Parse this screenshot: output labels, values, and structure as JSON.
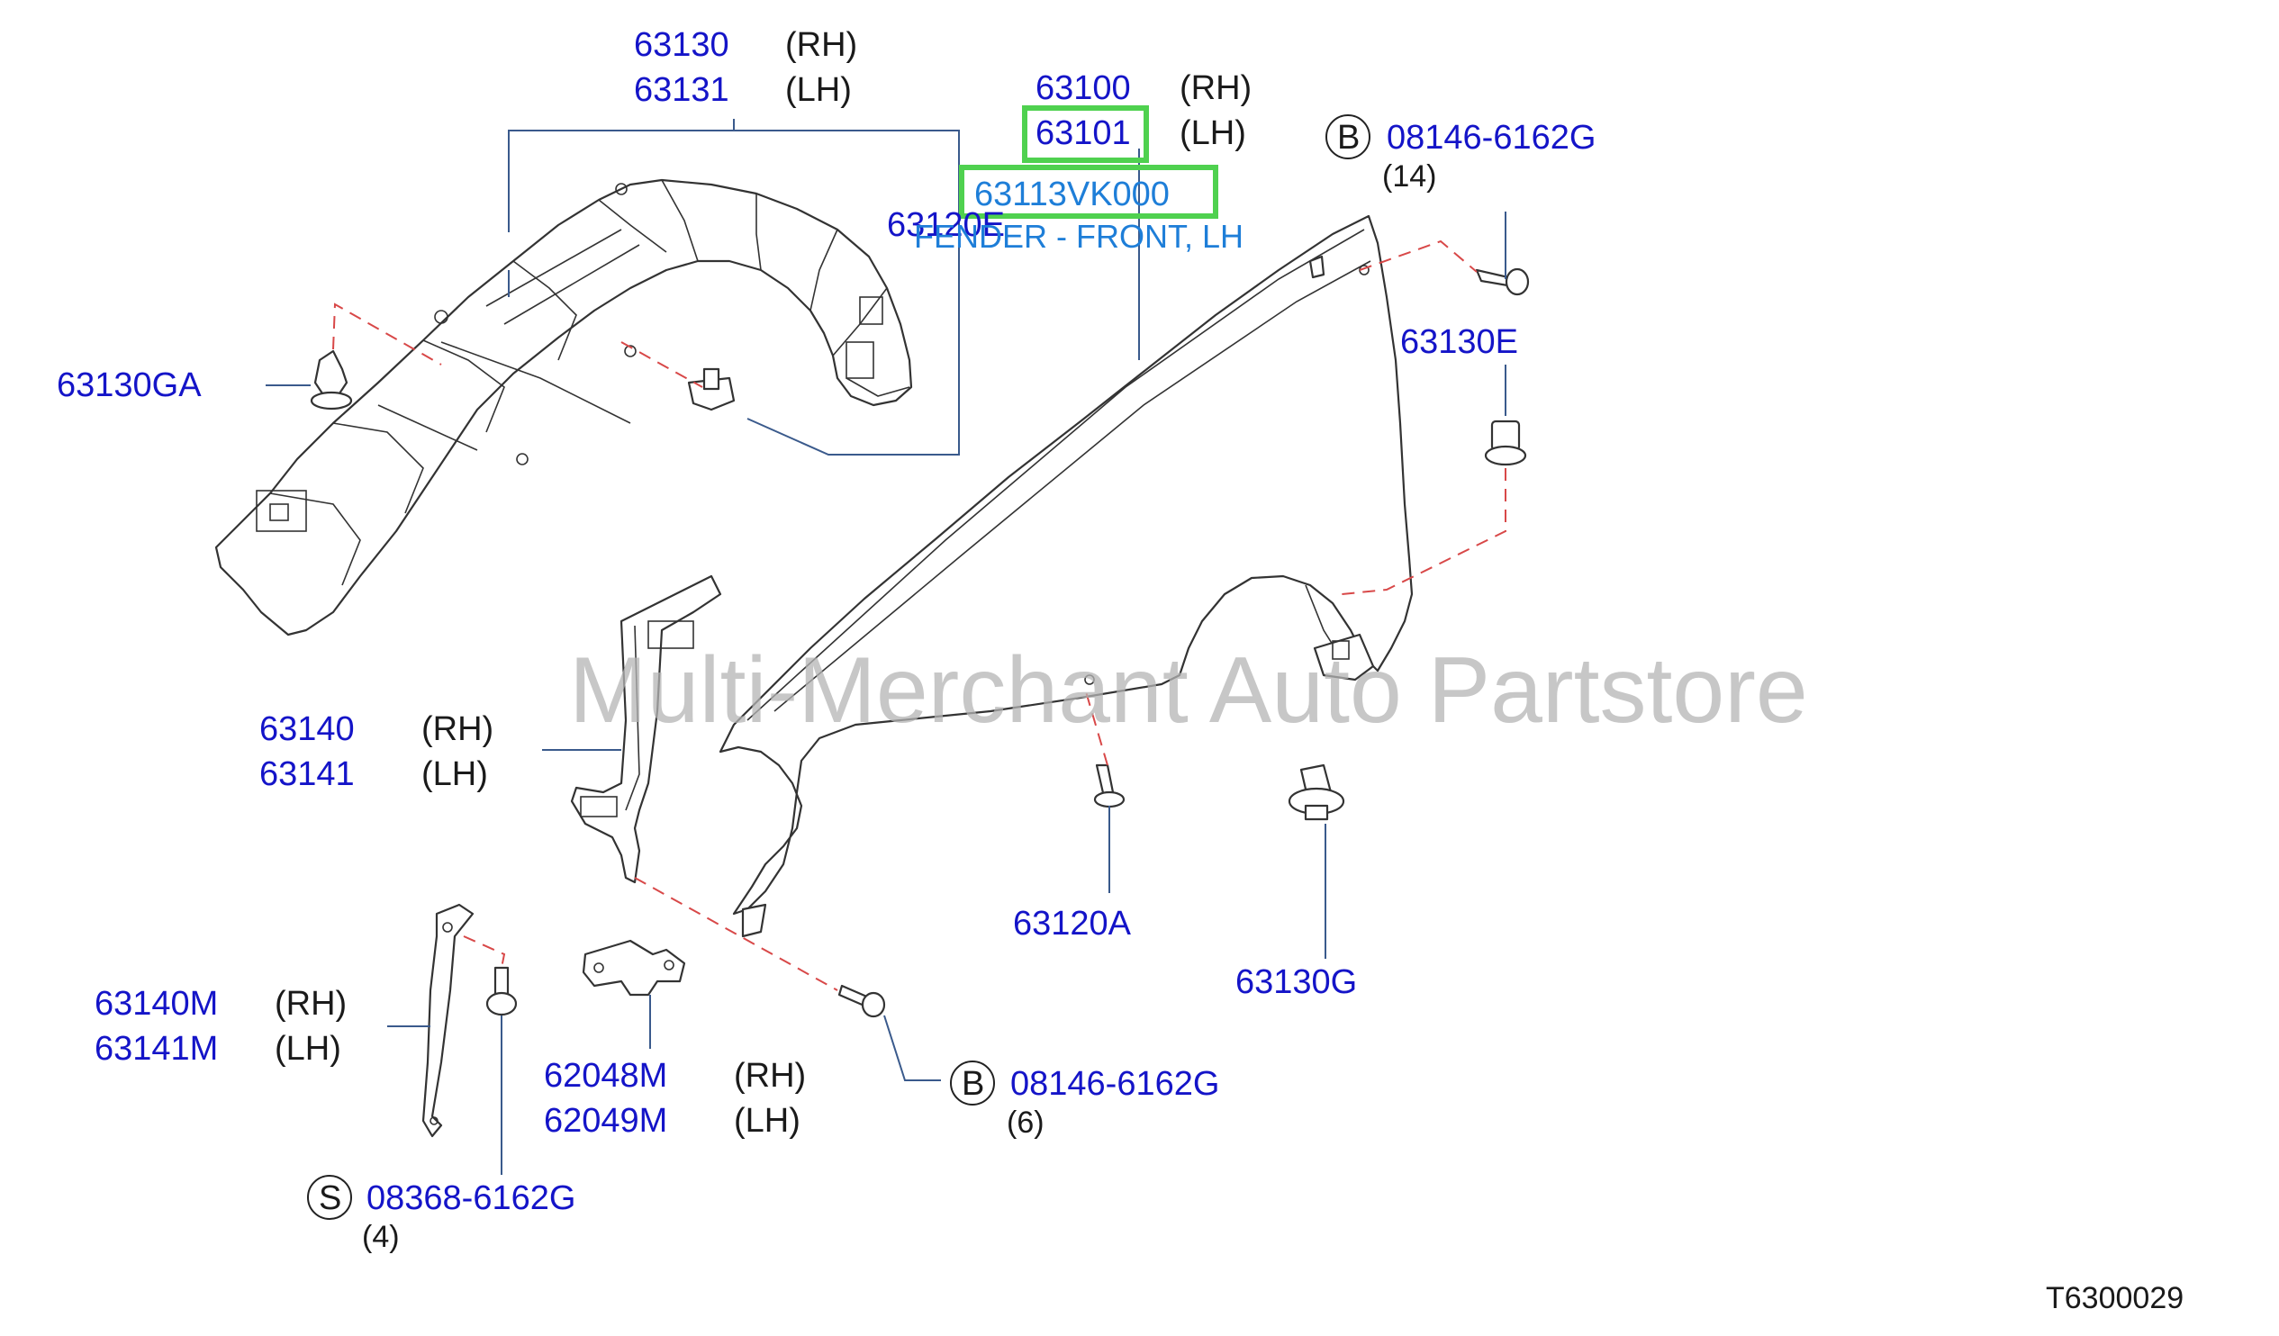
{
  "diagram": {
    "labels": {
      "p63130": "63130",
      "p63130_side": "(RH)",
      "p63131": "63131",
      "p63131_side": "(LH)",
      "p63100": "63100",
      "p63100_side": "(RH)",
      "p63101": "63101",
      "p63101_side": "(LH)",
      "p63113": "63113VK000",
      "fender_desc": "FENDER - FRONT, LH",
      "p63120e": "63120E",
      "p63130ga": "63130GA",
      "b_top_letter": "B",
      "b_top_pn": "08146-6162G",
      "b_top_qty": "(14)",
      "p63130e": "63130E",
      "p63140": "63140",
      "p63140_side": "(RH)",
      "p63141": "63141",
      "p63141_side": "(LH)",
      "p63120a": "63120A",
      "p63130g": "63130G",
      "p63140m": "63140M",
      "p63140m_side": "(RH)",
      "p63141m": "63141M",
      "p63141m_side": "(LH)",
      "p62048m": "62048M",
      "p62048m_side": "(RH)",
      "p62049m": "62049M",
      "p62049m_side": "(LH)",
      "b_bot_letter": "B",
      "b_bot_pn": "08146-6162G",
      "b_bot_qty": "(6)",
      "s_letter": "S",
      "s_pn": "08368-6162G",
      "s_qty": "(4)",
      "watermark": "Multi-Merchant Auto Partstore",
      "figure_id": "T6300029"
    },
    "colors": {
      "part_number": "#1414c8",
      "highlight_box": "#4fd14f",
      "highlight_text": "#1e7ed8",
      "dashed_leader": "#d84848",
      "leader": "#3a5a8c",
      "watermark": "#b4b4b4"
    }
  }
}
